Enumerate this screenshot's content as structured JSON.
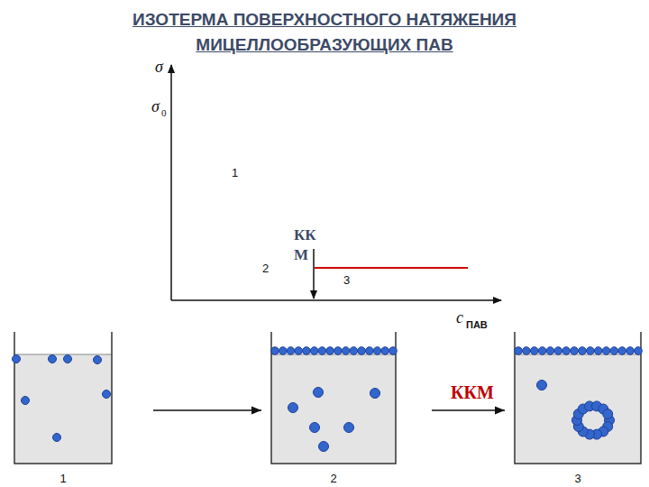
{
  "diagram": {
    "title": "ИЗОТЕРМА ПОВЕРХНОСТНОГО НАТЯЖЕНИЯ МИЦЕЛЛООБРАЗУЮЩИХ ПАВ",
    "nodes": [
      {
        "text": [
          "1"
        ]
      },
      {
        "text": [
          "2"
        ]
      },
      {
        "text": [
          "3"
        ]
      }
    ],
    "edges": [
      {
        "from": 0,
        "to": 1,
        "arrow": "to"
      },
      {
        "from": 1,
        "to": 2,
        "arrow": "to",
        "label": "ККМ"
      }
    ],
    "labels": [
      "σ",
      "σ",
      "0",
      "1",
      "2",
      "ККМ",
      "3",
      "c",
      "ПАВ"
    ]
  }
}
